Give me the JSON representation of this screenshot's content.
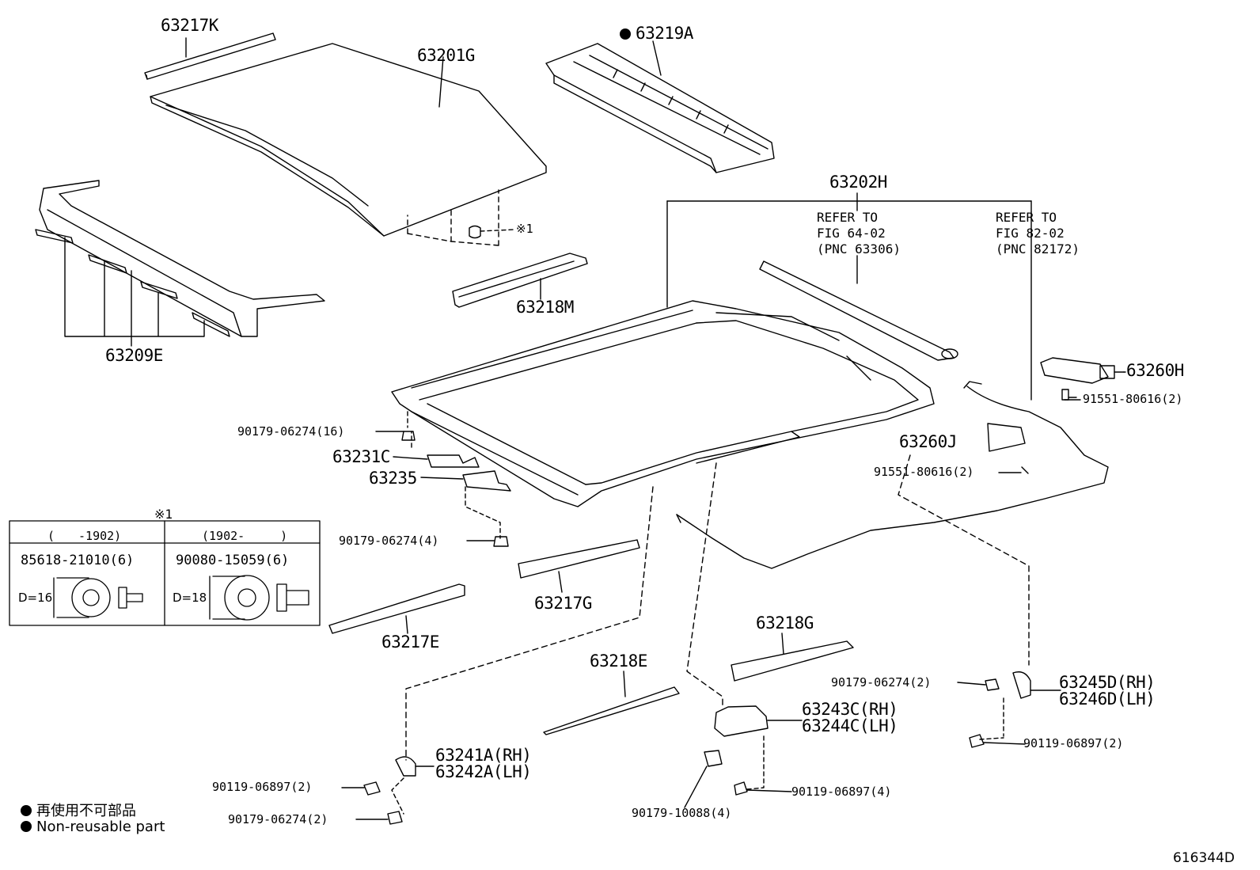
{
  "diagram": {
    "figure_id": "616344D",
    "part_labels": {
      "p63217K": "63217K",
      "p63201G": "63201G",
      "p63219A": "63219A",
      "p63209E": "63209E",
      "p63218M": "63218M",
      "p63202H": "63202H",
      "p63260H": "63260H",
      "p63260J": "63260J",
      "p63231C": "63231C",
      "p63235": "63235",
      "p63217G": "63217G",
      "p63217E": "63217E",
      "p63218G": "63218G",
      "p63218E": "63218E",
      "p63245D": "63245D(RH)",
      "p63246D": "63246D(LH)",
      "p63243C": "63243C(RH)",
      "p63244C": "63244C(LH)",
      "p63241A": "63241A(RH)",
      "p63242A": "63242A(LH)",
      "f91551a": "91551-80616(2)",
      "f91551b": "91551-80616(2)",
      "f90179a": "90179-06274(16)",
      "f90179b": "90179-06274(4)",
      "f90179c": "90179-06274(2)",
      "f90179d": "90179-06274(2)",
      "f90119a": "90119-06897(2)",
      "f90119b": "90119-06897(2)",
      "f90119c": "90119-06897(4)",
      "f90179e": "90179-10088(4)",
      "note_mark": "※1"
    },
    "refs": [
      "REFER TO\nFIG 64-02\n(PNC 63306)",
      "REFER TO\nFIG 82-02\n(PNC 82172)"
    ],
    "note_table": {
      "mark": "※1",
      "col1_header": "(　　-1902)",
      "col2_header": "(1902-　　　)",
      "col1_part": "85618-21010(6)",
      "col2_part": "90080-15059(6)",
      "col1_dim": "D=16",
      "col2_dim": "D=18"
    },
    "legend": {
      "line1": "再使用不可部品",
      "line2": "Non-reusable part"
    }
  }
}
